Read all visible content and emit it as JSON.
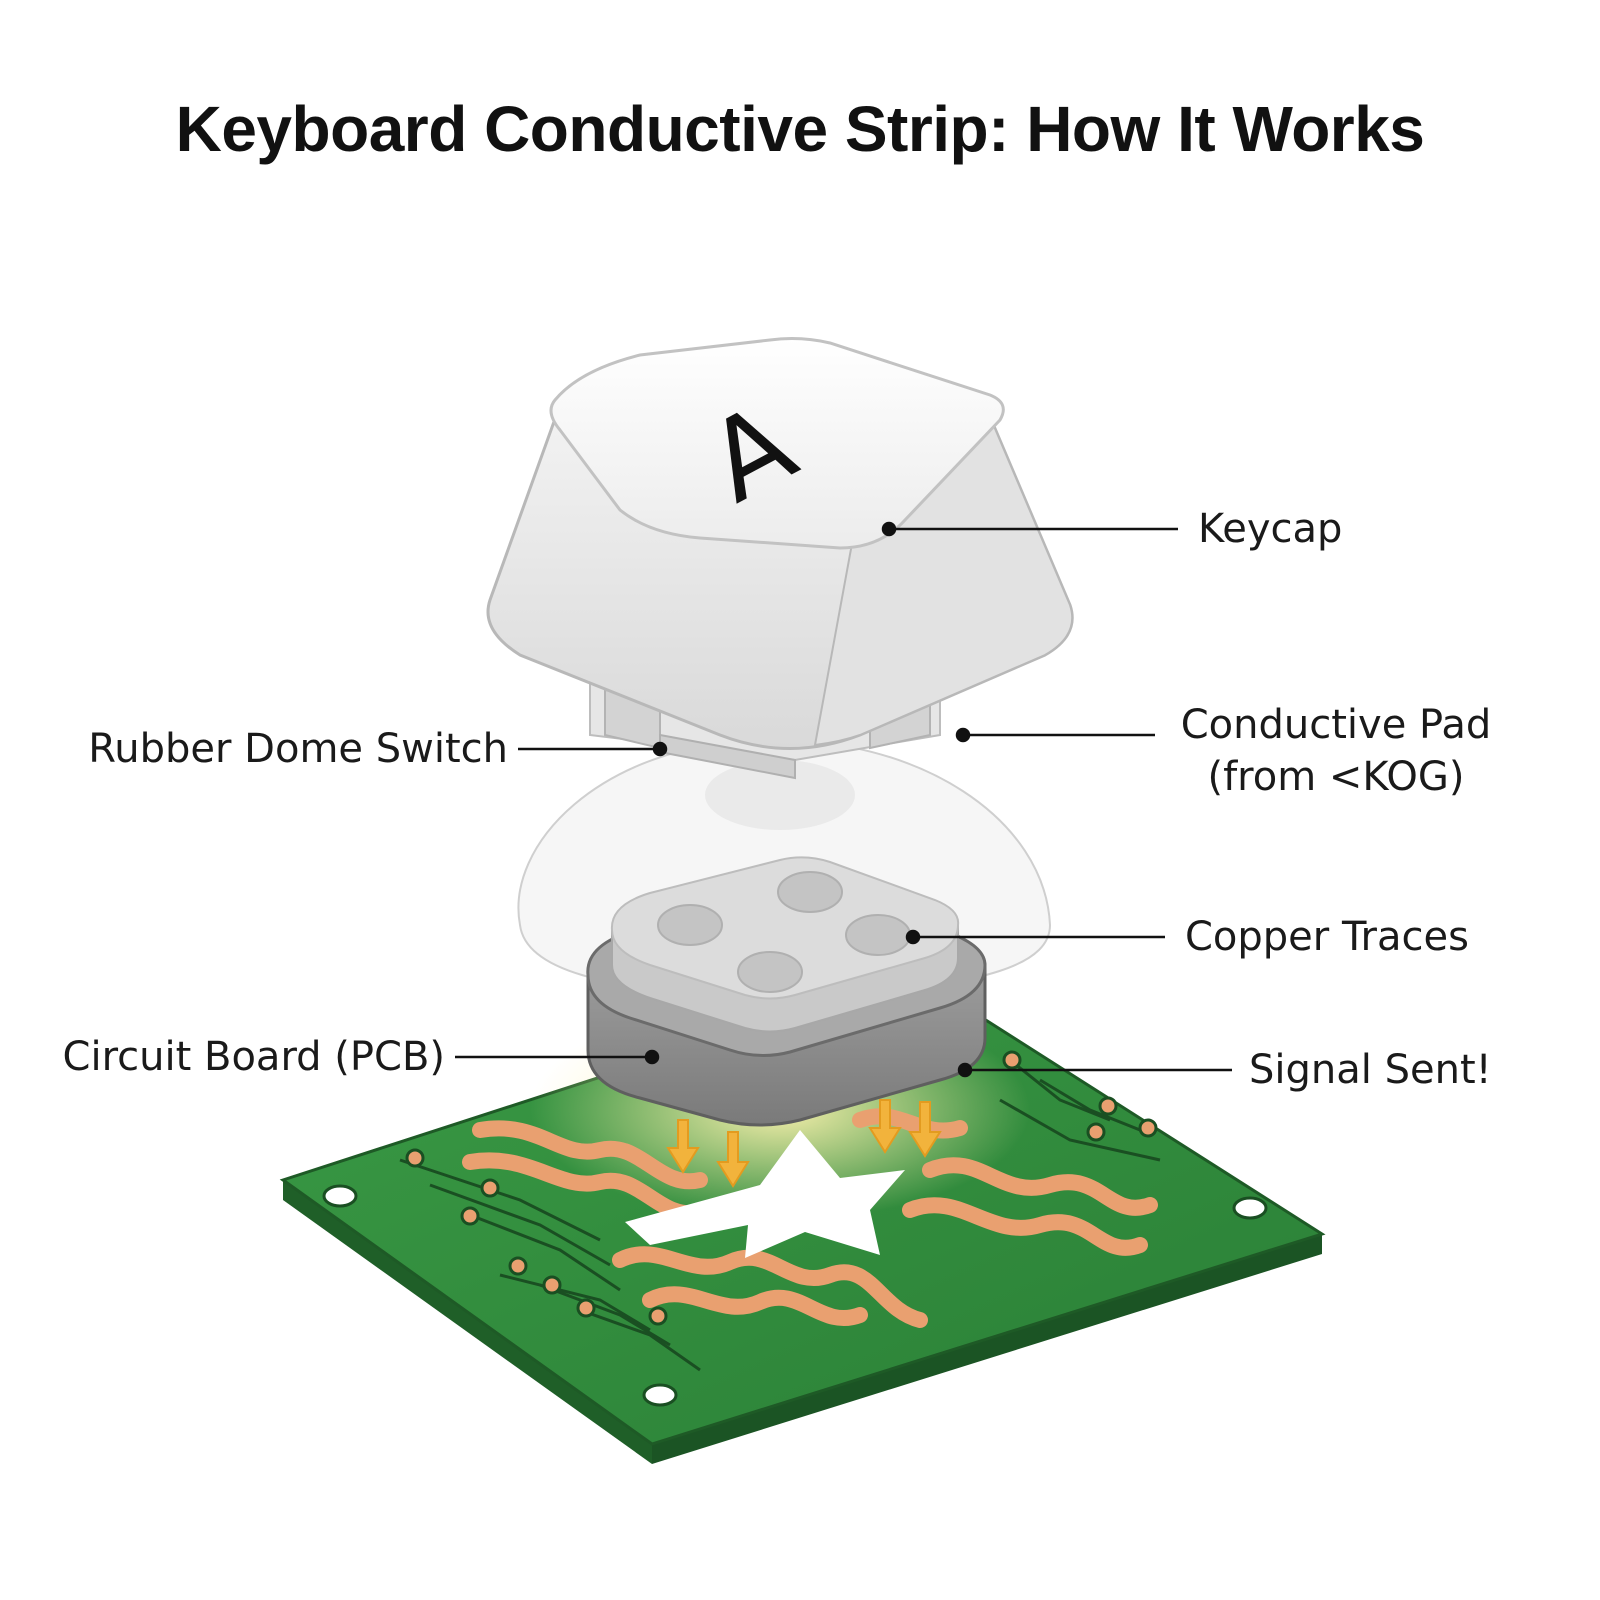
{
  "title": "Keyboard Conductive Strip: How It Works",
  "keycap_legend": "A",
  "labels": {
    "keycap": "Keycap",
    "rubber_dome": "Rubber Dome Switch",
    "conductive_pad_line1": "Conductive Pad",
    "conductive_pad_line2": "(from <KOG)",
    "copper_traces": "Copper Traces",
    "pcb": "Circuit Board (PCB)",
    "signal": "Signal Sent!"
  },
  "colors": {
    "pcb_green": "#2f8a3a",
    "copper": "#e9a070",
    "signal_arrow": "#f2b33c",
    "keycap_white": "#f4f4f4",
    "pad_gray": "#8e8e8e"
  }
}
